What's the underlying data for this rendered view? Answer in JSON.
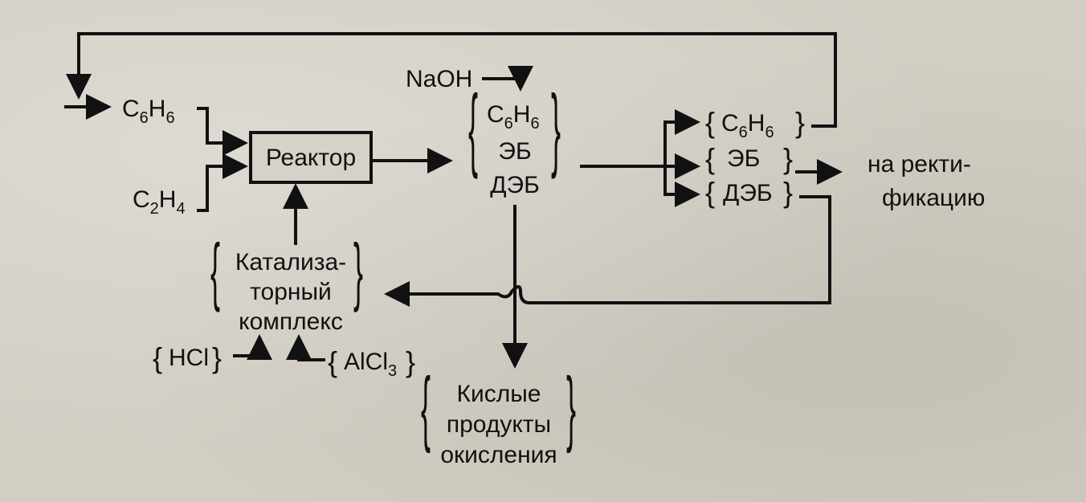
{
  "nodes": {
    "benzene": {
      "base1": "C",
      "sub1": "6",
      "base2": "H",
      "sub2": "6"
    },
    "ethylene": {
      "base1": "C",
      "sub1": "2",
      "base2": "H",
      "sub2": "4"
    },
    "reactor": "Реактор",
    "naoh": "NaOH",
    "mixture": {
      "benzene": {
        "base1": "C",
        "sub1": "6",
        "base2": "H",
        "sub2": "6"
      },
      "eb": "ЭБ",
      "deb": "ДЭБ"
    },
    "separated": {
      "benzene": {
        "base1": "C",
        "sub1": "6",
        "base2": "H",
        "sub2": "6"
      },
      "eb": "ЭБ",
      "deb": "ДЭБ"
    },
    "rectification": {
      "line1": "на ректи-",
      "line2": "фикацию"
    },
    "catalyst": {
      "line1": "Катализа-",
      "line2": "торный",
      "line3": "комплекс"
    },
    "hcl": "HCl",
    "alcl3": {
      "base": "AlCl",
      "sub": "3"
    },
    "acid_products": {
      "line1": "Кислые",
      "line2": "продукты",
      "line3": "окисления"
    }
  },
  "colors": {
    "ink": "#111111",
    "paper": "#d2cec4"
  }
}
